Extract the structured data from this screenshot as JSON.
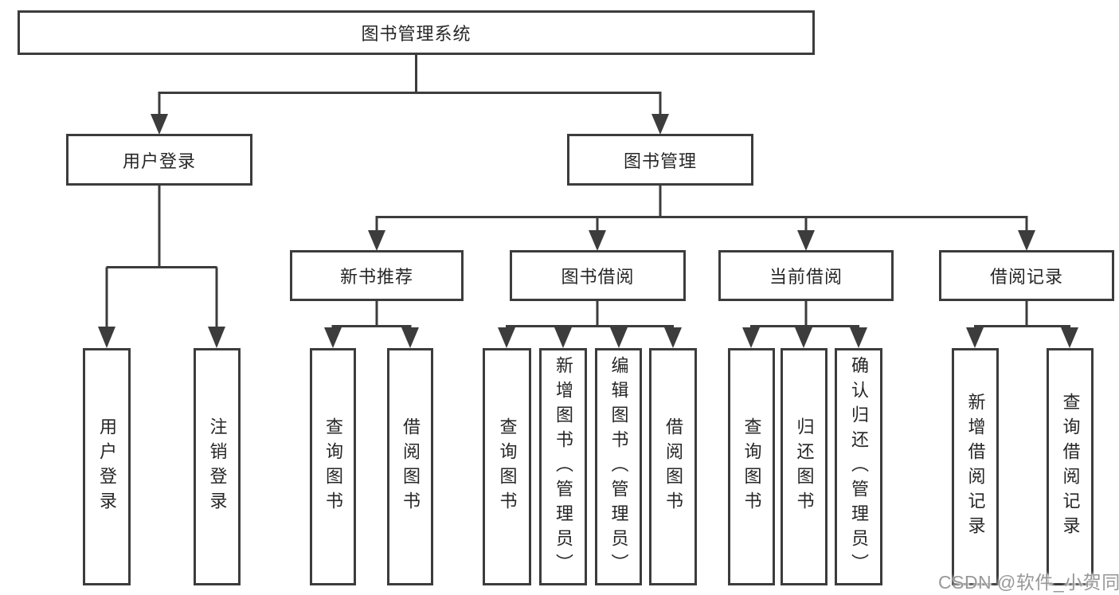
{
  "diagram": {
    "root": {
      "label": "图书管理系统"
    },
    "level2": {
      "user_login": {
        "label": "用户登录",
        "children": [
          "用户登录",
          "注销登录"
        ]
      },
      "book_mgmt": {
        "label": "图书管理",
        "sections": {
          "new_books": {
            "label": "新书推荐",
            "children": [
              "查询图书",
              "借阅图书"
            ]
          },
          "book_borrow": {
            "label": "图书借阅",
            "children": [
              "查询图书",
              "新增图书（管理员）",
              "编辑图书（管理员）",
              "借阅图书"
            ]
          },
          "current_borrow": {
            "label": "当前借阅",
            "children": [
              "查询图书",
              "归还图书",
              "确认归还（管理员）"
            ]
          },
          "borrow_records": {
            "label": "借阅记录",
            "children": [
              "新增借阅记录",
              "查询借阅记录"
            ]
          }
        }
      }
    }
  },
  "watermark": {
    "text": "CSDN @软件_小贺同学"
  },
  "colors": {
    "line": "#3c3c3c",
    "text": "#262626",
    "background": "#ffffff",
    "watermark": "#989898"
  }
}
